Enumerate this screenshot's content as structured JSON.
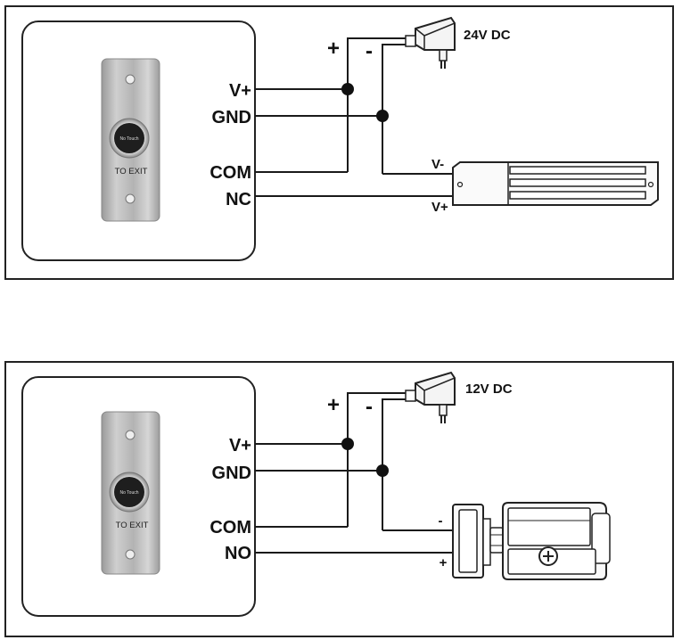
{
  "diagrams": [
    {
      "id": "top",
      "psu_label": "24V DC",
      "plus_sign": "+",
      "minus_sign": "-",
      "terminals": [
        "V+",
        "GND",
        "COM",
        "NC"
      ],
      "device_labels": {
        "neg": "V-",
        "pos": "V+"
      },
      "button": {
        "face_text": "TO EXIT",
        "sensor_text": "No Touch"
      },
      "device": "magnetic-lock"
    },
    {
      "id": "bottom",
      "psu_label": "12V DC",
      "plus_sign": "+",
      "minus_sign": "-",
      "terminals": [
        "V+",
        "GND",
        "COM",
        "NO"
      ],
      "device_labels": {
        "neg": "-",
        "pos": "+"
      },
      "button": {
        "face_text": "TO EXIT",
        "sensor_text": "No Touch"
      },
      "device": "electric-strike"
    }
  ],
  "colors": {
    "line": "#1a1a1a",
    "plate": "#bdbdbd",
    "sensor": "#1e1e1e"
  }
}
